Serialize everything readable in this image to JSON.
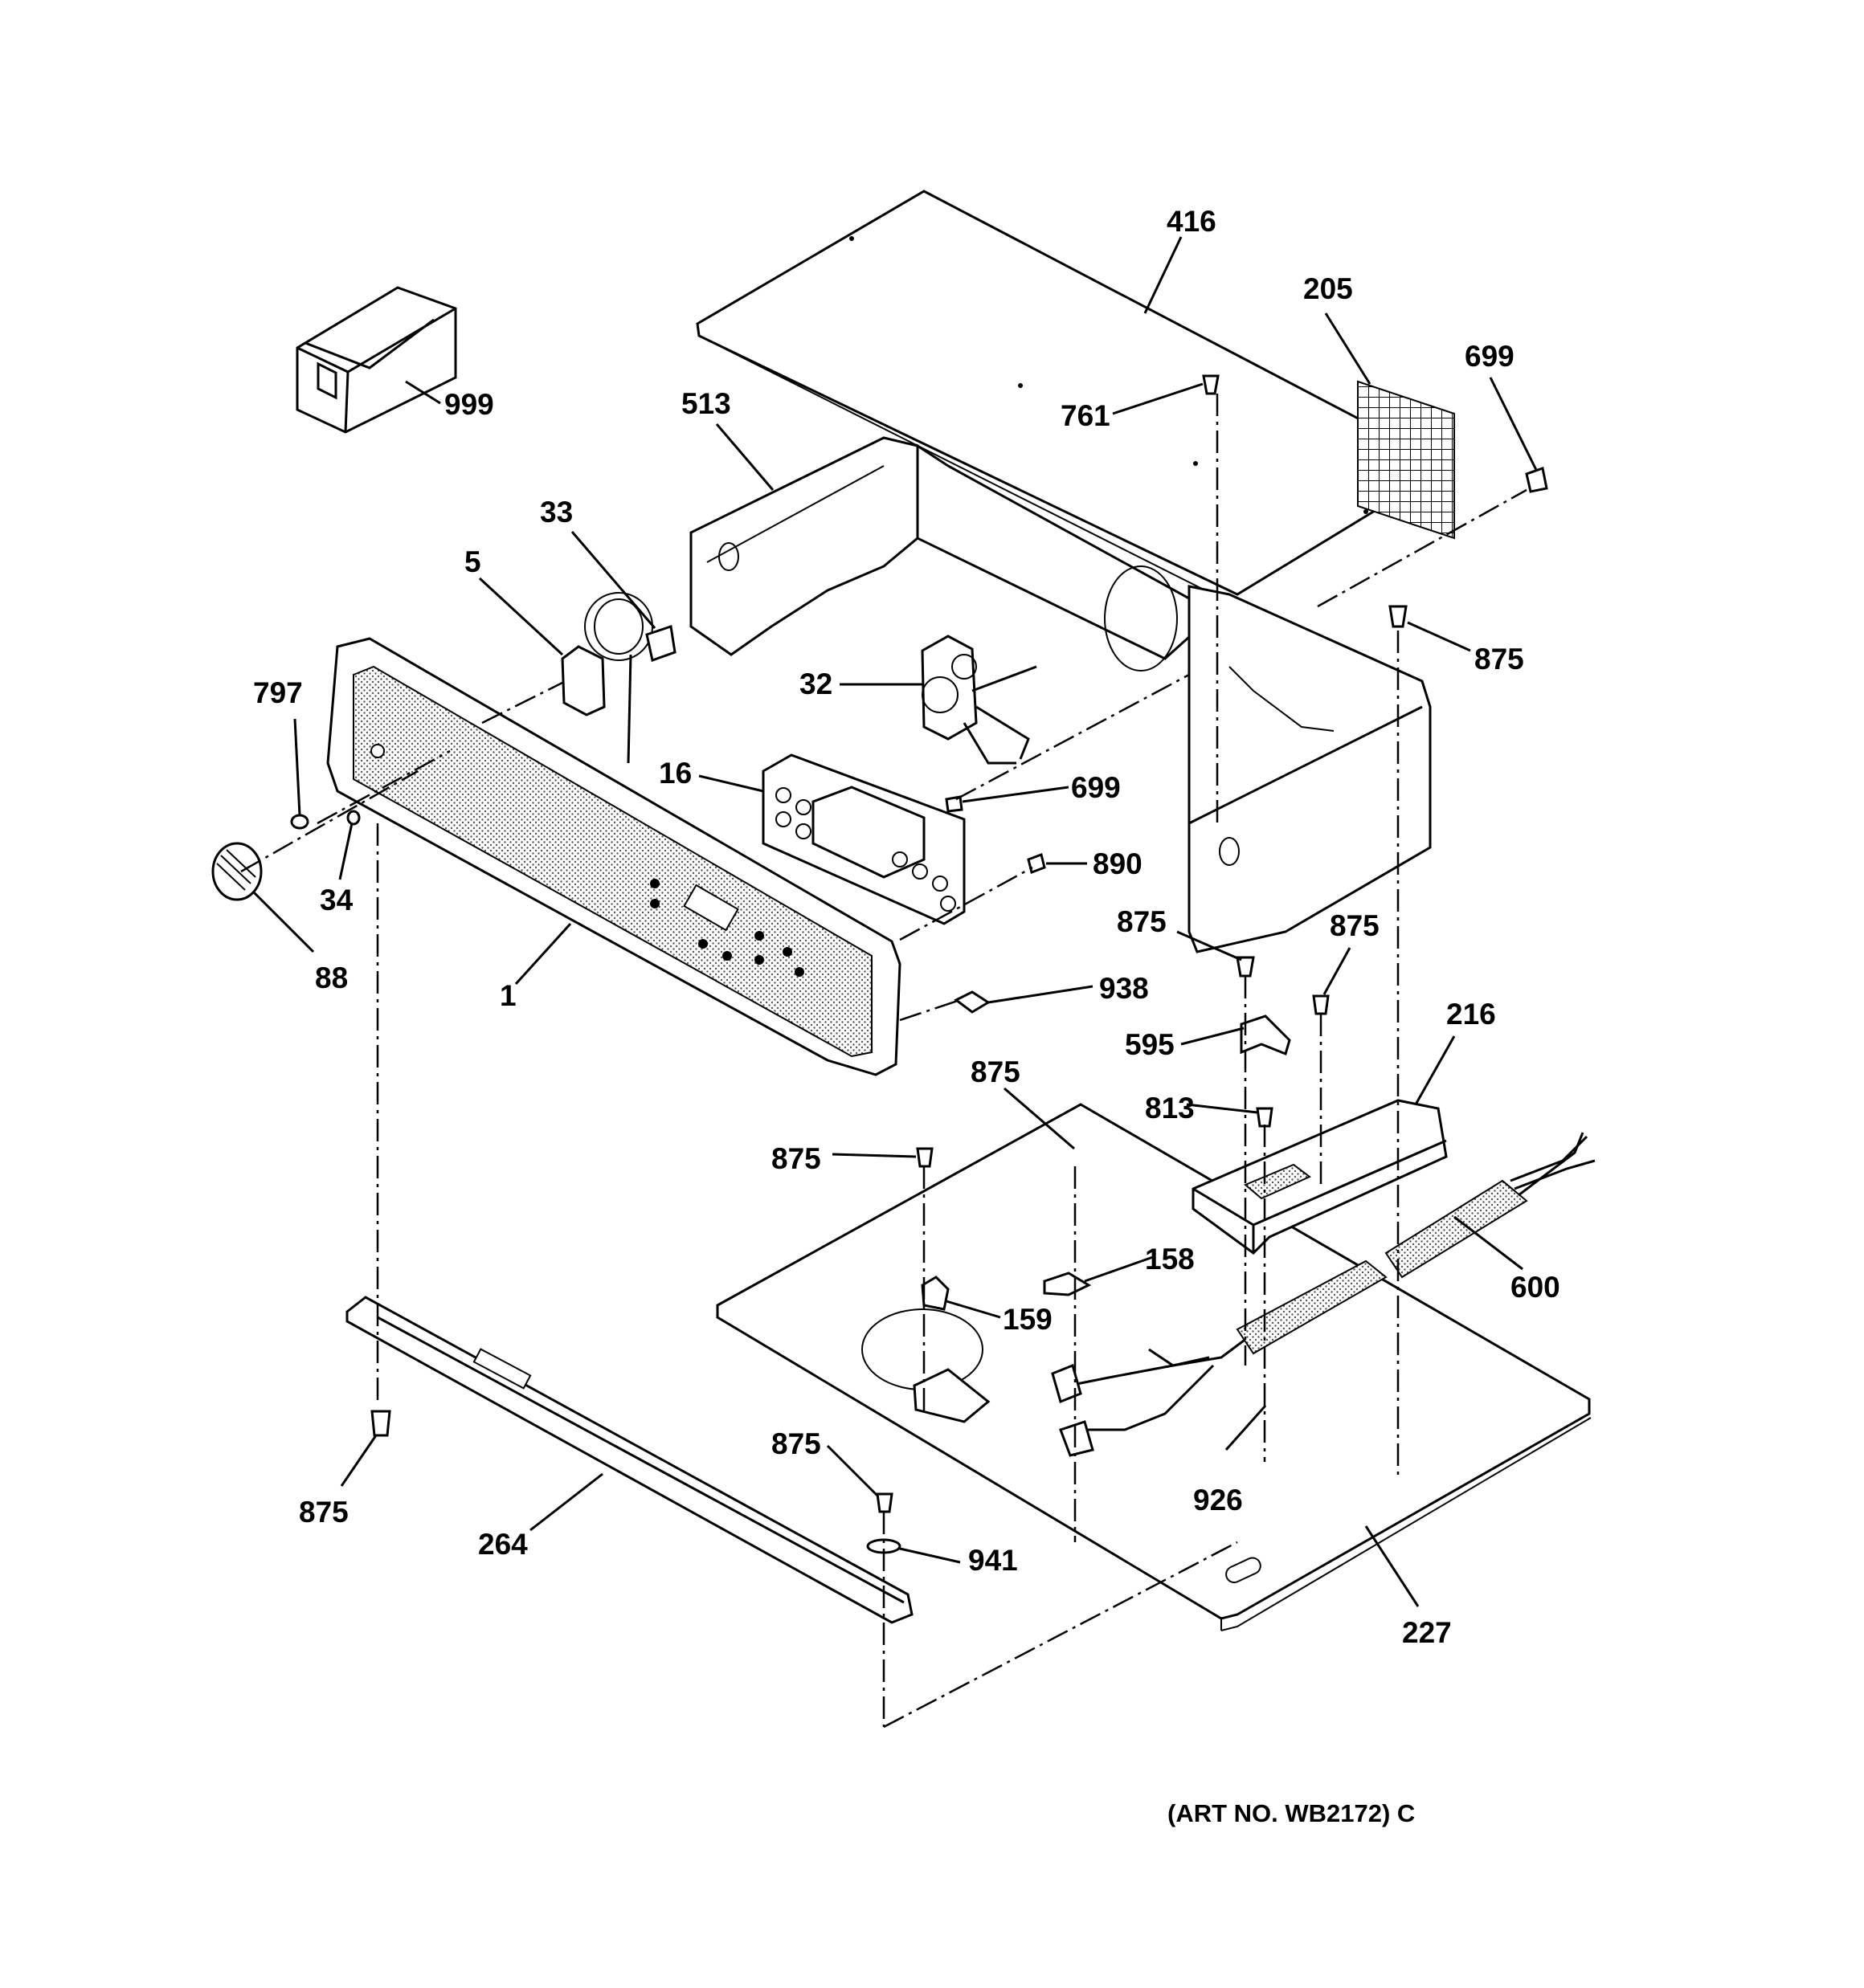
{
  "callouts": [
    {
      "id": "999",
      "text": "999"
    },
    {
      "id": "416",
      "text": "416"
    },
    {
      "id": "205",
      "text": "205"
    },
    {
      "id": "699a",
      "text": "699"
    },
    {
      "id": "513",
      "text": "513"
    },
    {
      "id": "761",
      "text": "761"
    },
    {
      "id": "33",
      "text": "33"
    },
    {
      "id": "5",
      "text": "5"
    },
    {
      "id": "875a",
      "text": "875"
    },
    {
      "id": "32",
      "text": "32"
    },
    {
      "id": "797",
      "text": "797"
    },
    {
      "id": "16",
      "text": "16"
    },
    {
      "id": "699b",
      "text": "699"
    },
    {
      "id": "890",
      "text": "890"
    },
    {
      "id": "34",
      "text": "34"
    },
    {
      "id": "88",
      "text": "88"
    },
    {
      "id": "1",
      "text": "1"
    },
    {
      "id": "875b",
      "text": "875"
    },
    {
      "id": "875c",
      "text": "875"
    },
    {
      "id": "938",
      "text": "938"
    },
    {
      "id": "216",
      "text": "216"
    },
    {
      "id": "595",
      "text": "595"
    },
    {
      "id": "875d",
      "text": "875"
    },
    {
      "id": "813",
      "text": "813"
    },
    {
      "id": "875e",
      "text": "875"
    },
    {
      "id": "158",
      "text": "158"
    },
    {
      "id": "600",
      "text": "600"
    },
    {
      "id": "159",
      "text": "159"
    },
    {
      "id": "875f",
      "text": "875"
    },
    {
      "id": "926",
      "text": "926"
    },
    {
      "id": "875g",
      "text": "875"
    },
    {
      "id": "264",
      "text": "264"
    },
    {
      "id": "941",
      "text": "941"
    },
    {
      "id": "227",
      "text": "227"
    }
  ],
  "art_number": "(ART NO. WB2172) C",
  "colors": {
    "ink": "#000000",
    "paper": "#ffffff"
  }
}
